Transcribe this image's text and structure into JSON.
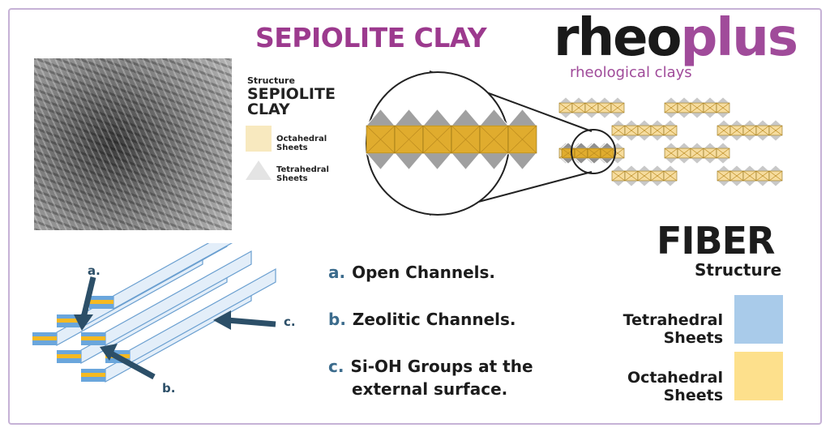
{
  "title": "SEPIOLITE CLAY",
  "logo": {
    "part1": "rheo",
    "part2": "plus",
    "tagline": "rheological clays"
  },
  "legend": {
    "small": "Structure",
    "big1": "SEPIOLITE",
    "big2": "CLAY",
    "octa": [
      "Octahedral",
      "Sheets"
    ],
    "tetra": [
      "Tetrahedral",
      "Sheets"
    ]
  },
  "fiber": {
    "title": "FIBER",
    "subtitle": "Structure"
  },
  "items": [
    {
      "key": "a.",
      "lines": [
        "Open Channels."
      ]
    },
    {
      "key": "b.",
      "lines": [
        "Zeolitic Channels."
      ]
    },
    {
      "key": "c.",
      "lines": [
        "Si-OH Groups at the",
        "external surface."
      ]
    }
  ],
  "arrow_labels": {
    "a": "a.",
    "b": "b.",
    "c": "c."
  },
  "swatches": [
    {
      "lines": [
        "Tetrahedral",
        "Sheets"
      ],
      "color": "#a9cbea"
    },
    {
      "lines": [
        "Octahedral",
        "Sheets"
      ],
      "color": "#fde08c"
    }
  ],
  "colors": {
    "purple": "#9c3a8e",
    "octa": "#e0ac2e",
    "tetra": "#a0a0a0",
    "navy": "#2c4f68"
  }
}
